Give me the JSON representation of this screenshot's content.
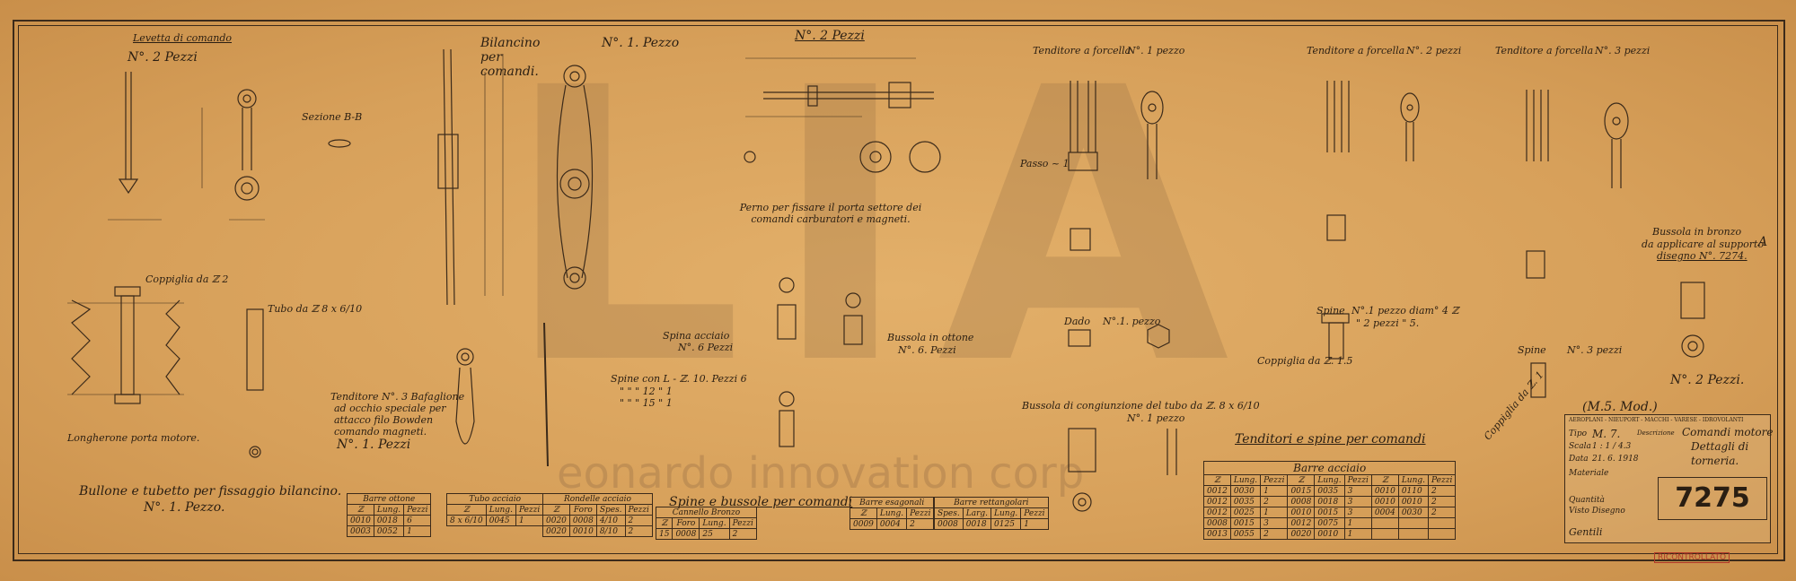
{
  "drawing": {
    "watermark_letters": "LIA",
    "watermark_text": "eonardo innovation  corp",
    "number": "7275",
    "series": "(M.5. Mod.)",
    "stamp": "RICONTROLLATO"
  },
  "sections": {
    "levette": {
      "title": "Levetta di comando",
      "qty": "N°. 2 Pezzi",
      "section": "Sezione B-B"
    },
    "bilancino": {
      "title": "Bilancino per comandi.",
      "qty": "N°. 1. Pezzo"
    },
    "perno": {
      "qty": "N°. 2 Pezzi",
      "caption": "Perno per fissare il porta settore dei comandi carburatori e magneti."
    },
    "tenditore1": {
      "title": "Tenditore a forcella",
      "qty": "N°. 1 pezzo",
      "passo": "Passo ~ 1"
    },
    "tenditore2": {
      "title": "Tenditore a forcella",
      "qty": "N°. 2 pezzi"
    },
    "tenditore3": {
      "title": "Tenditore a forcella",
      "qty": "N°. 3 pezzi"
    },
    "bullone": {
      "coppiglia": "Coppiglia da ℤ 2",
      "longherone": "Longherone porta motore.",
      "caption": "Bullone e tubetto per fissaggio bilancino.",
      "qty": "N°. 1. Pezzo."
    },
    "tubo": {
      "label": "Tubo da ℤ 8 x 6/10"
    },
    "tenditore_baf": {
      "title": "Tenditore N°. 3 Bafaglione",
      "line2": "ad occhio speciale per",
      "line3": "attacco filo Bowden",
      "line4": "comando magneti.",
      "qty": "N°. 1. Pezzi"
    },
    "spina": {
      "title": "Spina acciaio",
      "qty": "N°. 6 Pezzi"
    },
    "bussola_ottone": {
      "title": "Bussola in ottone",
      "qty": "N°. 6. Pezzi"
    },
    "spine_list": {
      "row1": "Spine con L - ℤ. 10. Pezzi 6",
      "row2": "\"   \"   \"  12  \"  1",
      "row3": "\"   \"   \"  15  \"  1"
    },
    "dado": {
      "title": "Dado",
      "qty": "N°.1. pezzo"
    },
    "bussola_cong": {
      "title": "Bussola di congiunzione del tubo da ℤ. 8 x 6/10",
      "qty": "N°. 1 pezzo"
    },
    "spine_r": {
      "title": "Spine",
      "line1": "N°.1 pezzo  diam° 4 ℤ",
      "line2": "\" 2 pezzi  \"  5.",
      "coppiglia": "Coppiglia da ℤ. 1.5"
    },
    "spine3": {
      "title": "Spine",
      "qty": "N°. 3 pezzi",
      "coppiglia": "Coppiglia da ℤ. 1"
    },
    "bussola_bronzo": {
      "title": "Bussola in bronzo",
      "line2": "da applicare al supporto",
      "line3": "disegno N°. 7274.",
      "letter": "A",
      "qty": "N°. 2 Pezzi."
    },
    "tenditori_caption": "Tenditori e spine per comandi",
    "spine_bussole_caption": "Spine e bussole per comandi"
  },
  "tables": {
    "barre_ottone": {
      "title": "Barre ottone",
      "headers": [
        "ℤ",
        "Lung.",
        "Pezzi"
      ],
      "rows": [
        [
          "0010",
          "0018",
          "6"
        ],
        [
          "0003",
          "0052",
          "1"
        ]
      ]
    },
    "tubo_acciaio": {
      "title": "Tubo acciaio",
      "headers": [
        "ℤ",
        "Lung.",
        "Pezzi"
      ],
      "rows": [
        [
          "8 x 6/10",
          "0045",
          "1"
        ]
      ]
    },
    "rondelle": {
      "title": "Rondelle acciaio",
      "headers": [
        "ℤ",
        "Foro",
        "Spes.",
        "Pezzi"
      ],
      "rows": [
        [
          "0020",
          "0008",
          "4/10",
          "2"
        ],
        [
          "0020",
          "0010",
          "8/10",
          "2"
        ]
      ]
    },
    "cannello": {
      "title": "Cannello Bronzo",
      "headers": [
        "ℤ",
        "Foro",
        "Lung.",
        "Pezzi"
      ],
      "rows": [
        [
          "15",
          "0008",
          "25",
          "2"
        ]
      ]
    },
    "barre_esag": {
      "title": "Barre esagonali",
      "headers": [
        "ℤ",
        "Lung.",
        "Pezzi"
      ],
      "rows": [
        [
          "0009",
          "0004",
          "2"
        ]
      ]
    },
    "barre_rett": {
      "title": "Barre rettangolari",
      "headers": [
        "Spes.",
        "Larg.",
        "Lung.",
        "Pezzi"
      ],
      "rows": [
        [
          "0008",
          "0018",
          "0125",
          "1"
        ]
      ]
    },
    "barre_acciaio": {
      "title": "Barre acciaio",
      "headers": [
        "ℤ",
        "Lung.",
        "Pezzi",
        "ℤ",
        "Lung.",
        "Pezzi",
        "ℤ",
        "Lung.",
        "Pezzi"
      ],
      "rows": [
        [
          "0012",
          "0030",
          "1",
          "0015",
          "0035",
          "3",
          "0010",
          "0110",
          "2"
        ],
        [
          "0012",
          "0035",
          "2",
          "0008",
          "0018",
          "3",
          "0010",
          "0010",
          "2"
        ],
        [
          "0012",
          "0025",
          "1",
          "0010",
          "0015",
          "3",
          "0004",
          "0030",
          "2"
        ],
        [
          "0008",
          "0015",
          "3",
          "0012",
          "0075",
          "1",
          "",
          "",
          ""
        ],
        [
          "0013",
          "0055",
          "2",
          "0020",
          "0010",
          "1",
          "",
          "",
          ""
        ]
      ]
    }
  },
  "titleblock": {
    "header": "AEROPLANI - NIEUPORT - MACCHI - VARESE - IDROVOLANTI",
    "tipo_label": "Tipo",
    "tipo": "M. 7.",
    "descr_label": "Descrizione",
    "descr1": "Comandi motore",
    "descr2": "Dettagli di",
    "descr3": "torneria.",
    "scala_label": "Scala",
    "scala": "1 : 1 / 4.3",
    "data_label": "Data",
    "data": "21. 6. 1918",
    "materiale_label": "Materiale",
    "quantita_label": "Quantità",
    "visto_label": "Visto Disegno",
    "firma": "Gentili"
  }
}
